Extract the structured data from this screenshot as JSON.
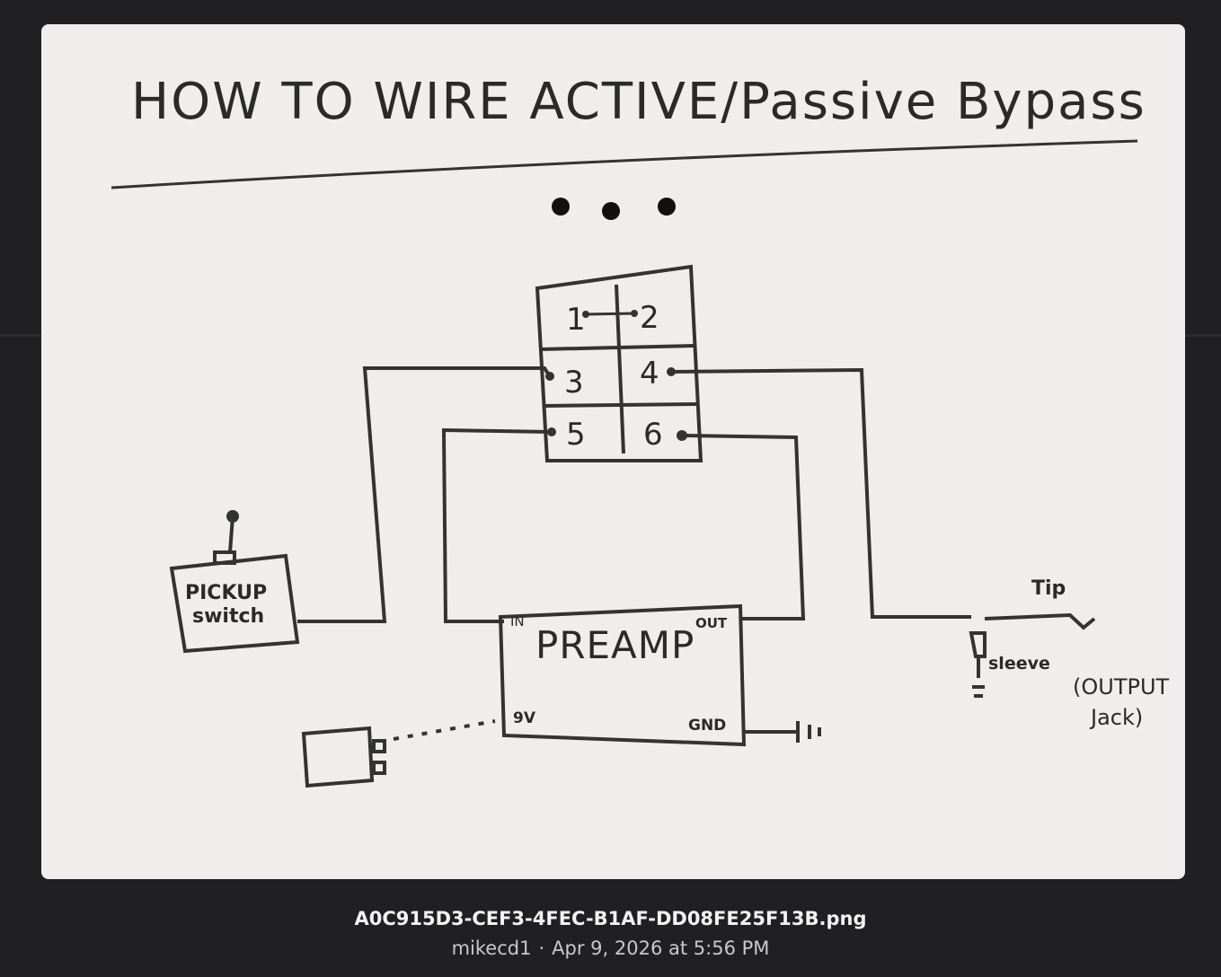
{
  "lightbox": {
    "file_name": "A0C915D3-CEF3-4FEC-B1AF-DD08FE25F13B.png",
    "author": "mikecd1",
    "separator": "·",
    "date": "Apr 9, 2026 at 5:56 PM"
  },
  "sketch": {
    "title": "HOW TO WIRE ACTIVE/Passive Bypass",
    "switch_lugs": [
      "1",
      "2",
      "3",
      "4",
      "5",
      "6"
    ],
    "pickup_label_line1": "PICKUP",
    "pickup_label_line2": "switch",
    "preamp_label": "PREAMP",
    "preamp_in": "IN",
    "preamp_out": "OUT",
    "preamp_9v": "9V",
    "preamp_gnd": "GND",
    "jack_tip": "Tip",
    "jack_sleeve": "sleeve",
    "jack_label_line1": "(OUTPUT",
    "jack_label_line2": "Jack)"
  }
}
